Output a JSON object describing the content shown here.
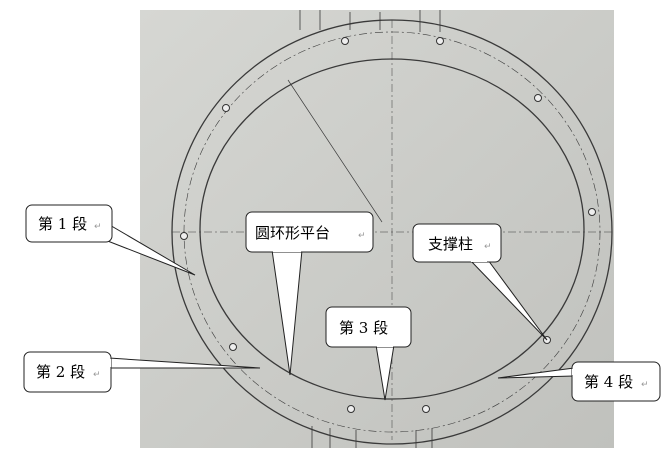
{
  "callouts": {
    "segment1": "第 1 段",
    "platform": "圆环形平台",
    "column": "支撑柱",
    "segment3": "第 3 段",
    "segment2": "第 2 段",
    "segment4": "第 4 段",
    "return_mark": "↵"
  },
  "colors": {
    "paper": "#c9cac6",
    "ink": "#3a3a3a",
    "callout_fill": "#ffffff"
  }
}
